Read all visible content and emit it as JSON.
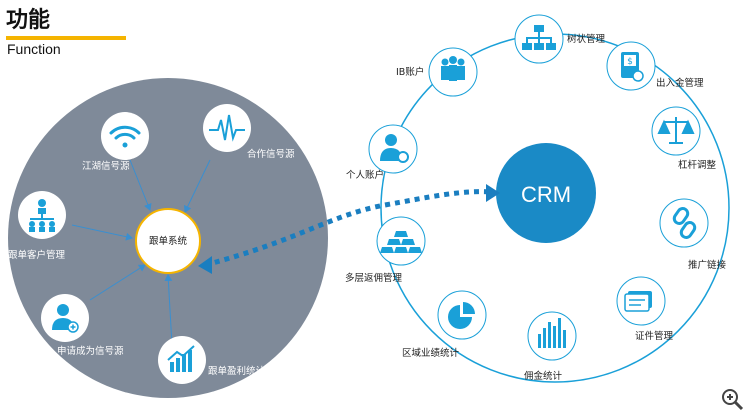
{
  "header": {
    "title": "功能",
    "subtitle": "Function"
  },
  "left": {
    "center": "跟单系统",
    "nodes": {
      "signal_river": "江湖信号源",
      "partner_signal": "合作信号源",
      "copy_client_mgmt": "跟单客户管理",
      "apply_signal": "申请成为信号源",
      "copy_profit": "跟单盈利统计"
    }
  },
  "right": {
    "center": "CRM",
    "nodes": {
      "tree_mgmt": "树状管理",
      "deposit_mgmt": "出入金管理",
      "leverage": "杠杆调整",
      "promo_link": "推广链接",
      "cert_mgmt": "证件管理",
      "commission": "佣金统计",
      "regional": "区域业绩统计",
      "rebate": "多层返佣管理",
      "personal": "个人账户",
      "ib_account": "IB账户"
    }
  },
  "colors": {
    "accent": "#1aa0d8",
    "yellow": "#f5b400",
    "gray_circle": "#7f8a99",
    "crm_blue": "#1a8ac6",
    "dash": "#1a7ec0"
  },
  "icons": {
    "zoom": "zoom-in-icon"
  }
}
